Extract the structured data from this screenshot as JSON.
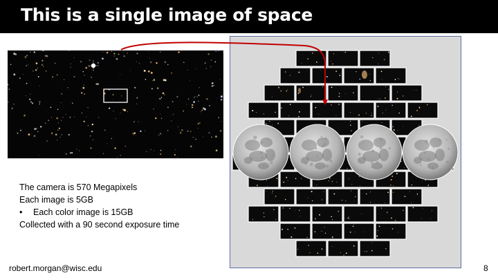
{
  "slide": {
    "title": "This is a single image of space",
    "bullets": [
      {
        "text": "The camera is 570 Megapixels",
        "level": 0
      },
      {
        "text": "Each image is 5GB",
        "level": 0
      },
      {
        "text": "Each color image is 15GB",
        "level": 1
      },
      {
        "text": "Collected with a 90 second exposure time",
        "level": 0
      }
    ],
    "bullet_glyph": "•",
    "footer_email": "robert.morgan@wisc.edu",
    "page_number": "8"
  },
  "colors": {
    "title_bar": "#000000",
    "title_text": "#ffffff",
    "connector_line": "#c00000",
    "highlight_box": "#ffffff",
    "focal_plane_bg": "#d9d9d9"
  },
  "images": {
    "sky_image": "star-field-icon",
    "focal_plane": "ccd-mosaic-icon",
    "moons": 4
  }
}
